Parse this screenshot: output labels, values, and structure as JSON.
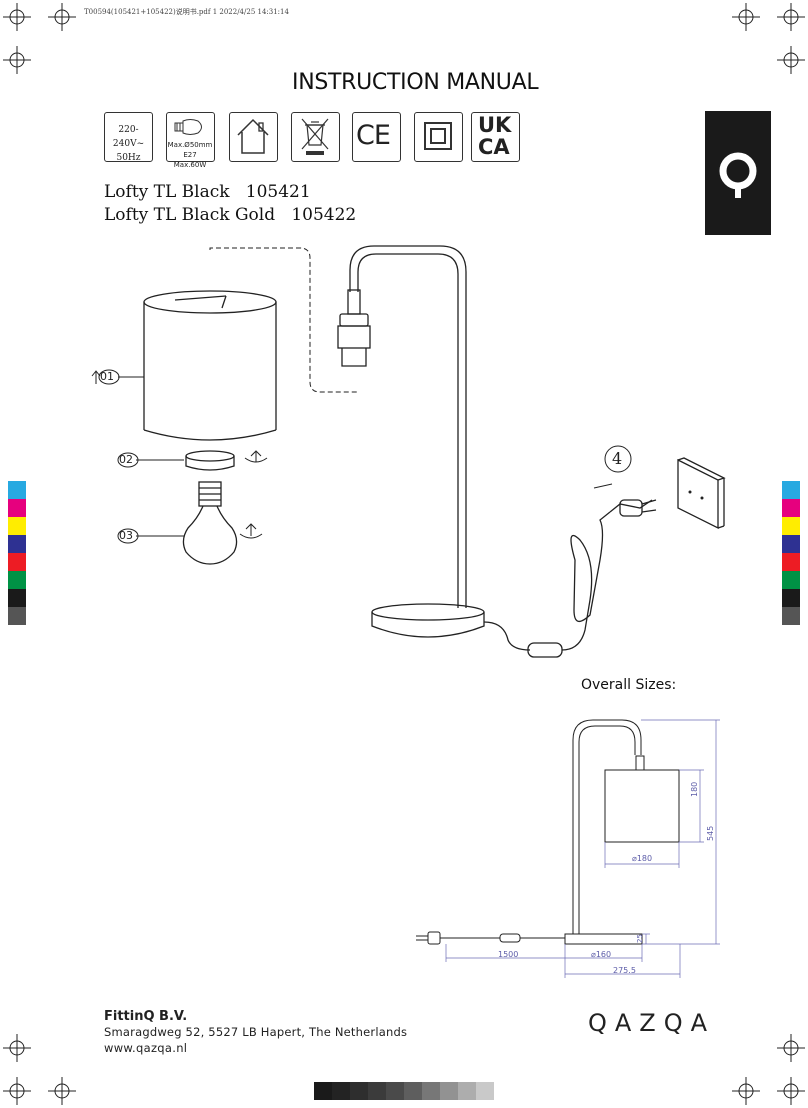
{
  "header": {
    "print_meta": "T00594(105421+105422)说明书.pdf 1 2022/4/25 14:31:14",
    "title": "INSTRUCTION MANUAL"
  },
  "specs": {
    "voltage": "220-240V~",
    "frequency": "50Hz",
    "bulb_max_diameter": "Max.Ø50mm",
    "bulb_type": "E27 Max.60W",
    "icons": [
      "indoor-use-icon",
      "weee-bin-icon",
      "ce-mark-icon",
      "class-ii-icon",
      "ukca-mark-icon"
    ],
    "ce_text": "CE",
    "ukca_line1": "UK",
    "ukca_line2": "CA"
  },
  "products": [
    {
      "name": "Lofty TL Black",
      "code": "105421"
    },
    {
      "name": "Lofty TL Black Gold",
      "code": "105422"
    }
  ],
  "assembly": {
    "steps": [
      "01",
      "02",
      "03"
    ],
    "step_plug": "4"
  },
  "dimensions": {
    "heading": "Overall Sizes:",
    "shade_height": "180",
    "total_height": "545",
    "shade_diameter": "⌀180",
    "base_diameter": "⌀160",
    "base_height": "25",
    "cable_length": "1500",
    "total_depth": "275.5"
  },
  "footer": {
    "company": "FittinQ B.V.",
    "address": "Smaragdweg 52, 5527 LB Hapert, The Netherlands",
    "website": "www.qazqa.nl",
    "brand": "QAZQA"
  },
  "print_colors": {
    "cmyk_bar": [
      "#27a9e1",
      "#e6007e",
      "#ffed00",
      "#2e3192",
      "#ed1c24",
      "#009245",
      "#1a1a1a",
      "#555555"
    ],
    "gray_steps": [
      "#1a1a1a",
      "#232323",
      "#2e2e2e",
      "#3b3b3b",
      "#4a4a4a",
      "#5e5e5e",
      "#777777",
      "#929292",
      "#adadad",
      "#c9c9c9"
    ]
  }
}
